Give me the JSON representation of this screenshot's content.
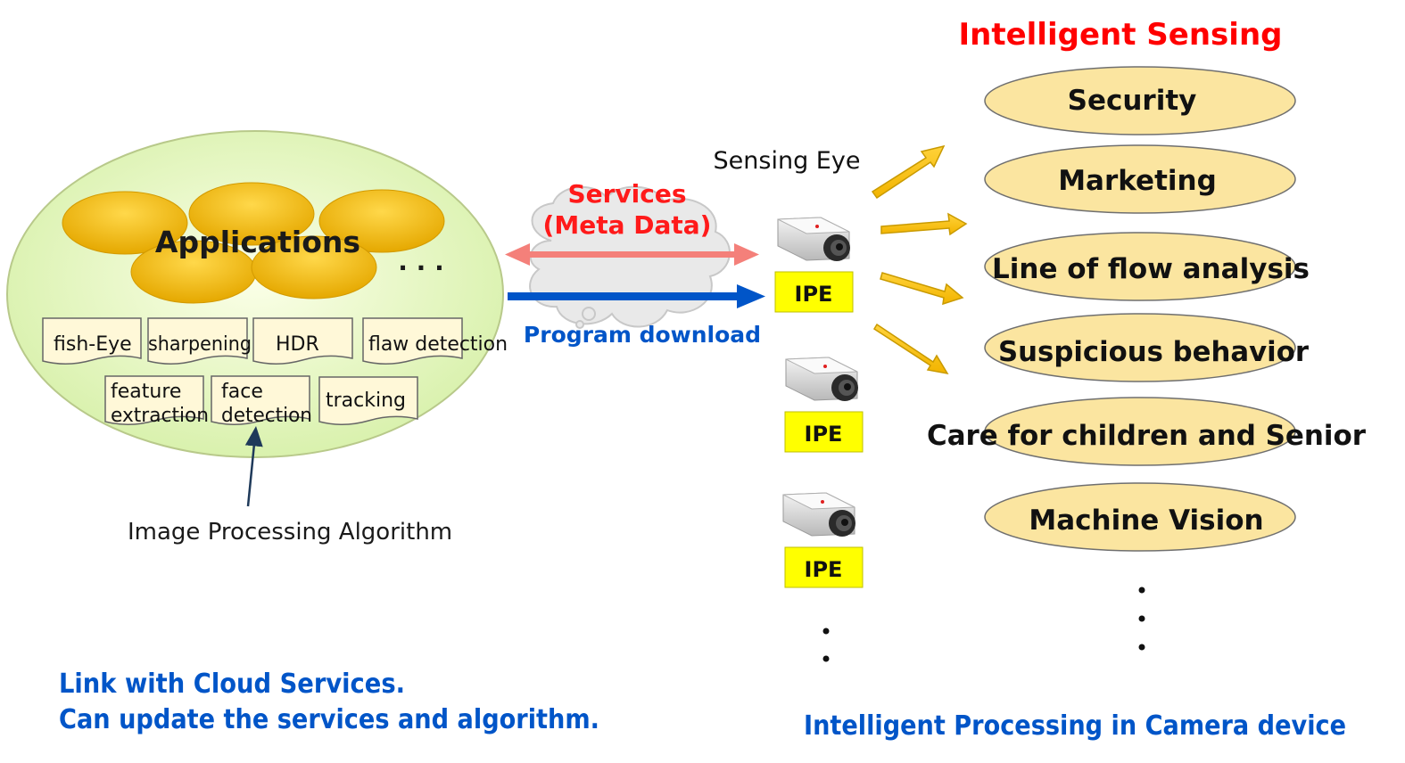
{
  "heading": "Intelligent Sensing",
  "sensing_eye": "Sensing Eye",
  "services": {
    "line1": "Services",
    "line2": "(Meta Data)"
  },
  "program_download": "Program download",
  "applications": {
    "label": "Applications",
    "more": "· · ·"
  },
  "algorithms": {
    "fisheye": "fish-Eye",
    "sharpening": "sharpening",
    "hdr": "HDR",
    "flaw": "flaw detection",
    "feature_1": "feature",
    "feature_2": "extraction",
    "face_1": "face",
    "face_2": "detection",
    "tracking": "tracking"
  },
  "algorithm_caption": "Image Processing Algorithm",
  "cameras": [
    {
      "badge": "IPE"
    },
    {
      "badge": "IPE"
    },
    {
      "badge": "IPE"
    }
  ],
  "sensing_items": [
    "Security",
    "Marketing",
    "Line of flow analysis",
    "Suspicious behavior",
    "Care for children and Senior",
    "Machine Vision"
  ],
  "footer_left": {
    "line1": "Link with Cloud Services.",
    "line2": "Can update the services and algorithm."
  },
  "footer_right": "Intelligent Processing in Camera device",
  "colors": {
    "red": "#ff0000",
    "blue": "#0055c8",
    "gold": "#f5c400",
    "oval_fill": "#fbe5a0",
    "ipe": "#ffff00"
  }
}
